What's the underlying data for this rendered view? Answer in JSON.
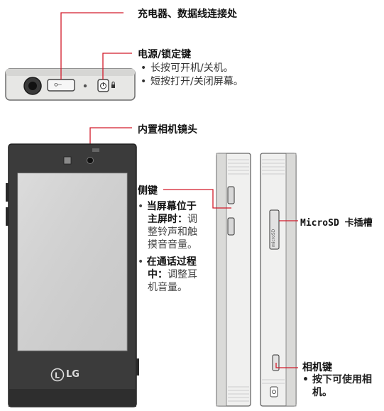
{
  "top_device": {
    "label_charger": "充电器、数据线连接处",
    "label_power": "电源/锁定键",
    "power_notes": [
      "长按可开机/关机。",
      "短按打开/关闭屏幕。"
    ]
  },
  "front_phone": {
    "label_camera": "内置相机镜头",
    "brand": "LG"
  },
  "side_keys": {
    "title": "侧键",
    "b1_bold_1": "当屏幕位于",
    "b1_bold_2": "主屏时：",
    "b1_rest_1": "调",
    "b1_line_3": "整铃声和触",
    "b1_line_4": "摸音音量。",
    "b2_bold_1": "在通话过程",
    "b2_bold_2": "中：",
    "b2_rest": "调整耳",
    "b2_line_3": "机音量。"
  },
  "microsd": {
    "label_latin": "MicroSD",
    "label_cn": "卡插槽",
    "slot_text": "microSD"
  },
  "camera_key": {
    "title": "相机键",
    "note_1": "按下可使用相",
    "note_2": "机。"
  }
}
